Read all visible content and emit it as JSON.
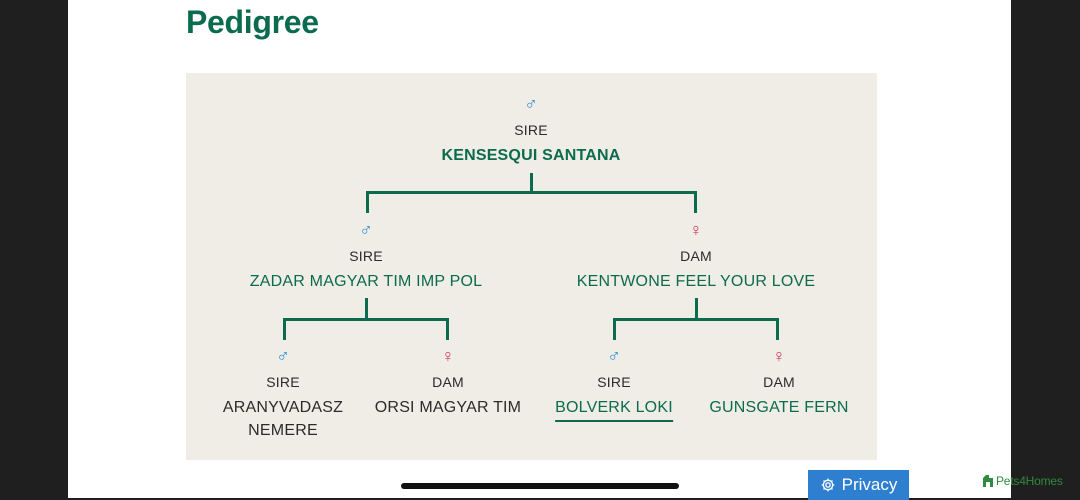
{
  "page": {
    "title": "Pedigree"
  },
  "pedigree": {
    "root": {
      "symbol": "♂",
      "role": "SIRE",
      "name": "KENSESQUI SANTANA"
    },
    "sire": {
      "symbol": "♂",
      "role": "SIRE",
      "name": "ZADAR MAGYAR TIM IMP POL"
    },
    "dam": {
      "symbol": "♀",
      "role": "DAM",
      "name": "KENTWONE FEEL YOUR LOVE"
    },
    "sire_sire": {
      "symbol": "♂",
      "role": "SIRE",
      "name_line1": "ARANYVADASZ",
      "name_line2": "NEMERE"
    },
    "sire_dam": {
      "symbol": "♀",
      "role": "DAM",
      "name": "ORSI MAGYAR TIM"
    },
    "dam_sire": {
      "symbol": "♂",
      "role": "SIRE",
      "name": "BOLVERK LOKI"
    },
    "dam_dam": {
      "symbol": "♀",
      "role": "DAM",
      "name": "GUNSGATE FERN"
    }
  },
  "privacy": {
    "label": "Privacy"
  },
  "brand": {
    "label": "Pets4Homes"
  },
  "colors": {
    "accent": "#0b6b4e",
    "male": "#2a8ed1",
    "female": "#d63a5a",
    "panel": "#f0ede6",
    "privacy_button": "#2f7fd0"
  },
  "icons": {
    "male": "male-symbol-icon",
    "female": "female-symbol-icon",
    "privacy": "gear-icon",
    "brand": "pets4homes-logo-icon"
  }
}
